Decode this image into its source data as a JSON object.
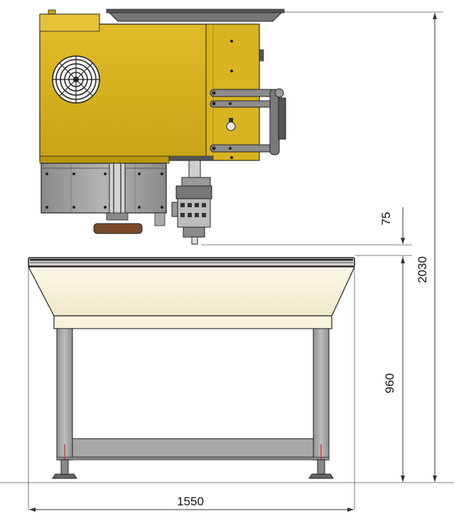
{
  "drawing": {
    "dimensions": {
      "clearance": "75",
      "total_height": "2030",
      "table_height": "960",
      "width": "1550"
    },
    "colors": {
      "machine_body": "#d9b21e",
      "machine_shadow": "#a8860f",
      "panel_gray": "#9e9e9e",
      "frame_gray": "#a3a3a3",
      "tabletop": "#f7f3dc",
      "wood_block": "#7a4a2a",
      "dimension_line": "#333333"
    },
    "icons": [
      "fan-grille-icon",
      "handle-bar-icon"
    ]
  }
}
